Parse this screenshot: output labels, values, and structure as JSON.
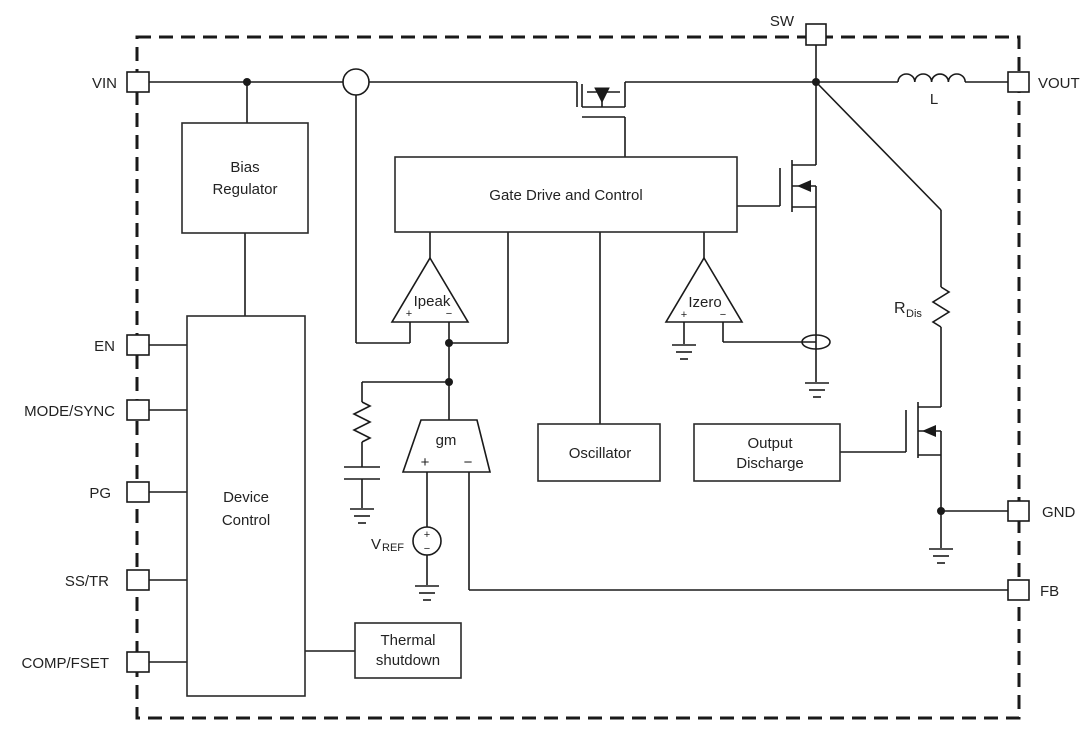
{
  "pins": {
    "vin": "VIN",
    "en": "EN",
    "mode_sync": "MODE/SYNC",
    "pg": "PG",
    "ss_tr": "SS/TR",
    "comp_fset": "COMP/FSET",
    "sw": "SW",
    "vout": "VOUT",
    "gnd": "GND",
    "fb": "FB"
  },
  "blocks": {
    "bias_line1": "Bias",
    "bias_line2": "Regulator",
    "device_line1": "Device",
    "device_line2": "Control",
    "gate_drive": "Gate Drive and Control",
    "oscillator": "Oscillator",
    "discharge_line1": "Output",
    "discharge_line2": "Discharge",
    "thermal_line1": "Thermal",
    "thermal_line2": "shutdown"
  },
  "components": {
    "ipeak": "Ipeak",
    "izero": "Izero",
    "gm": "gm",
    "inductor": "L",
    "rdis_main": "R",
    "rdis_sub": "Dis",
    "vref_main": "V",
    "vref_sub": "REF",
    "plus": "+",
    "minus": "−"
  }
}
